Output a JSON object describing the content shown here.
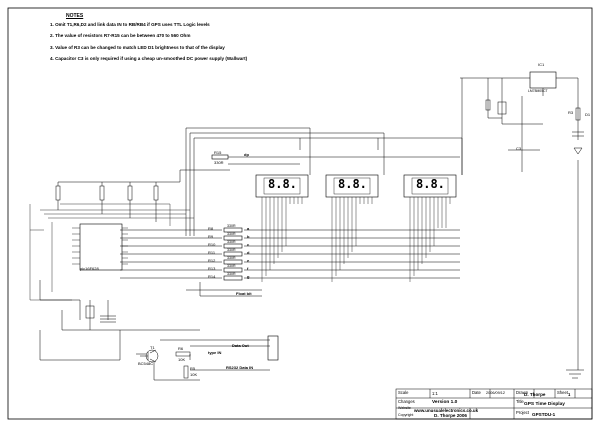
{
  "notes": {
    "title": "NOTES",
    "items": [
      "1. Omit T1,R6,D2 and link data IN to RB/RB4 if GPS uses TTL Logic levels",
      "2. The value of resistors R7-R15 can be between 470 to 560 Ohm",
      "3. Value of R3 can be changed to match LED D1 brightness to that of the display",
      "4. Capacitor C3 is only required if using a cheap un-smoothed DC power supply (Wallwart)"
    ]
  },
  "components": {
    "ic1": "IC1",
    "regulator": "LM78M05CT",
    "mcu": "pic16F628",
    "transistor": "T1",
    "transistor_part": "BC548C",
    "d1": "D1",
    "r3": "R3",
    "r15": "R15",
    "r15_value": "330R",
    "dp_label": "dp",
    "seg_r_labels": [
      "R8",
      "R9",
      "R10",
      "R11",
      "R12",
      "R13",
      "R14"
    ],
    "seg_r_value": "330R",
    "seg_letters": [
      "a",
      "b",
      "c",
      "d",
      "e",
      "f",
      "g"
    ],
    "float_bit": "Float bit",
    "data_out": "Data Out",
    "type_in": "type IN",
    "rs232_in": "RS232 Data IN",
    "r6": "R6",
    "r6_value": "10K",
    "r5": "R5",
    "r5_value": "10K",
    "display_digit": "8.8.",
    "cap_label": "C3"
  },
  "title_block": {
    "scale_label": "Scale",
    "scale_value": "1:1",
    "date_label": "Date",
    "date_value": "2006/09/12",
    "drawn_label": "Drawn",
    "drawn_value": "D. Thorpe",
    "sheet_label": "Sheet",
    "sheet_value": "1",
    "changes_label": "Changes",
    "version": "Version 1.0",
    "title_label": "Title",
    "title_value": "GPS Time Display",
    "website_label": "Website",
    "website": "www.unusualelectronics.co.uk",
    "copyright_label": "Copyright",
    "copyright_value": "D. Thorpe  2006",
    "project_label": "Project",
    "project_value": "GPSTDU-1"
  }
}
